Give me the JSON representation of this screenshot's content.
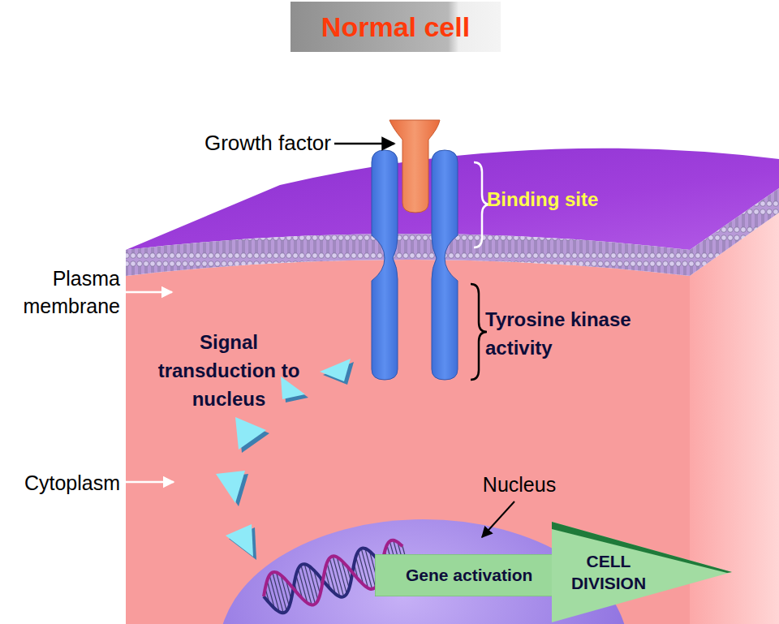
{
  "diagram": {
    "title": "Normal cell",
    "nodes": [
      {
        "text": [
          "Gene activation"
        ]
      },
      {
        "text": [
          "CELL DIVISION"
        ]
      }
    ],
    "labels": [
      "Growth factor",
      "Binding site",
      "Plasma membrane",
      "Tyrosine kinase activity",
      "Signal transduction to nucleus",
      "Cytoplasm",
      "Nucleus"
    ]
  }
}
